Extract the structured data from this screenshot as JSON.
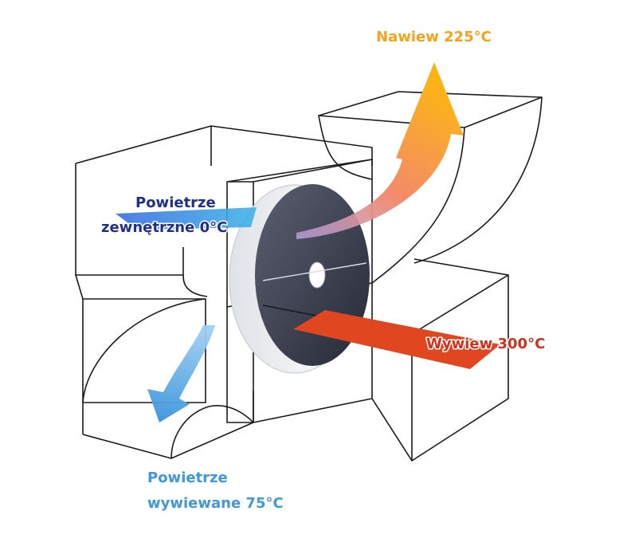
{
  "labels": {
    "supply": "Nawiew 225°C",
    "outdoor_line1": "Powietrze",
    "outdoor_line2": "zewnętrzne 0°C",
    "extract": "Wywiew 300°C",
    "exhaust_line1": "Powietrze",
    "exhaust_line2": "wywiewane 75°C"
  },
  "colors": {
    "outdoor": "#1f2f8c",
    "supply": "#f5a31a",
    "extract": "#d0301e",
    "exhaust": "#3f98d9",
    "wheel": "#3b3f4e"
  },
  "icons": {
    "outdoor_flow": "flat-arrow-right",
    "supply_flow": "curved-arrow-up",
    "extract_flow": "flat-arrow-left",
    "exhaust_flow": "curved-arrow-down"
  }
}
